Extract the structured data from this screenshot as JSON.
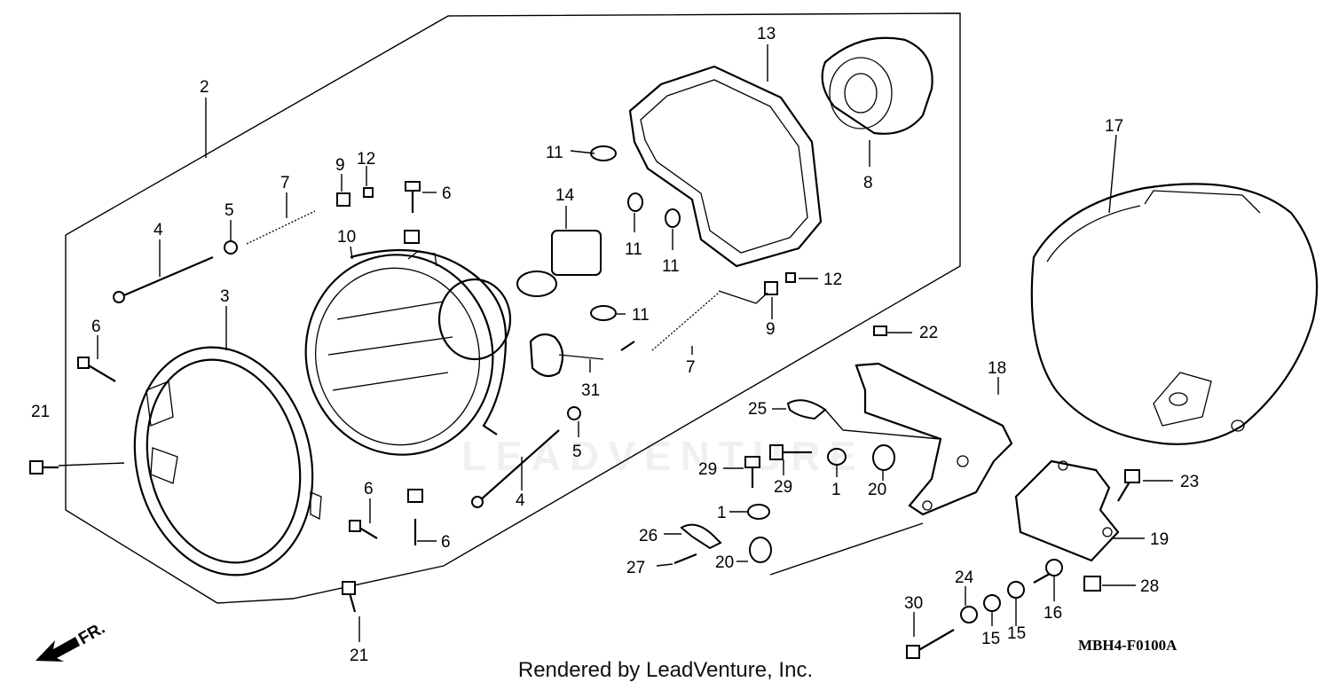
{
  "diagram": {
    "code": "MBH4-F0100A",
    "credit": "Rendered by LeadVenture, Inc.",
    "watermark": "LEADVENTURE",
    "direction_marker": "FR.",
    "callouts": [
      "2",
      "3",
      "4",
      "5",
      "7",
      "9",
      "12",
      "6",
      "10",
      "6",
      "21",
      "11",
      "14",
      "11",
      "11",
      "11",
      "13",
      "8",
      "12",
      "9",
      "7",
      "31",
      "5",
      "4",
      "6",
      "6",
      "21",
      "17",
      "22",
      "18",
      "25",
      "29",
      "29",
      "1",
      "20",
      "1",
      "26",
      "27",
      "20",
      "23",
      "19",
      "28",
      "30",
      "24",
      "15",
      "15",
      "16"
    ]
  }
}
